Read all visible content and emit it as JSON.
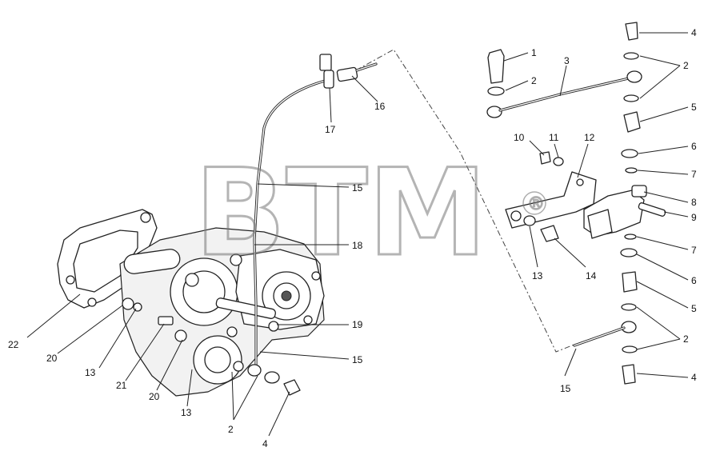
{
  "watermark": {
    "text": "BTM",
    "symbol": "®"
  },
  "callouts": [
    {
      "id": "c1",
      "text": "1"
    },
    {
      "id": "c2a",
      "text": "2"
    },
    {
      "id": "c3",
      "text": "3"
    },
    {
      "id": "c4a",
      "text": "4"
    },
    {
      "id": "c2b",
      "text": "2"
    },
    {
      "id": "c5a",
      "text": "5"
    },
    {
      "id": "c6a",
      "text": "6"
    },
    {
      "id": "c7a",
      "text": "7"
    },
    {
      "id": "c8",
      "text": "8"
    },
    {
      "id": "c9",
      "text": "9"
    },
    {
      "id": "c7b",
      "text": "7"
    },
    {
      "id": "c6b",
      "text": "6"
    },
    {
      "id": "c5b",
      "text": "5"
    },
    {
      "id": "c2c",
      "text": "2"
    },
    {
      "id": "c4b",
      "text": "4"
    },
    {
      "id": "c10",
      "text": "10"
    },
    {
      "id": "c11",
      "text": "11"
    },
    {
      "id": "c12",
      "text": "12"
    },
    {
      "id": "c13a",
      "text": "13"
    },
    {
      "id": "c14",
      "text": "14"
    },
    {
      "id": "c15a",
      "text": "15"
    },
    {
      "id": "c16",
      "text": "16"
    },
    {
      "id": "c17",
      "text": "17"
    },
    {
      "id": "c15b",
      "text": "15"
    },
    {
      "id": "c18",
      "text": "18"
    },
    {
      "id": "c19",
      "text": "19"
    },
    {
      "id": "c15c",
      "text": "15"
    },
    {
      "id": "c22",
      "text": "22"
    },
    {
      "id": "c20a",
      "text": "20"
    },
    {
      "id": "c13b",
      "text": "13"
    },
    {
      "id": "c21",
      "text": "21"
    },
    {
      "id": "c20b",
      "text": "20"
    },
    {
      "id": "c13c",
      "text": "13"
    },
    {
      "id": "c2d",
      "text": "2"
    },
    {
      "id": "c4c",
      "text": "4"
    }
  ]
}
